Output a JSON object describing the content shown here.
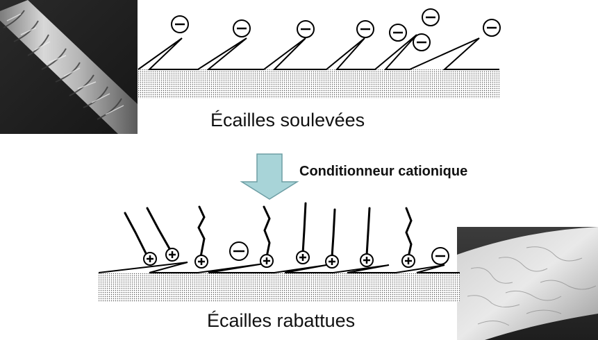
{
  "top": {
    "caption": "Écailles soulevées"
  },
  "arrow": {
    "label": "Conditionneur cationique",
    "fill": "#a8d4d8",
    "stroke": "#6d9ea4"
  },
  "bottom": {
    "caption": "Écailles rabattues"
  },
  "charges": {
    "negative": "−",
    "positive": "+"
  },
  "images": {
    "top_left": "lifted-cuticle-micrograph",
    "bottom_right": "smoothed-cuticle-micrograph"
  }
}
